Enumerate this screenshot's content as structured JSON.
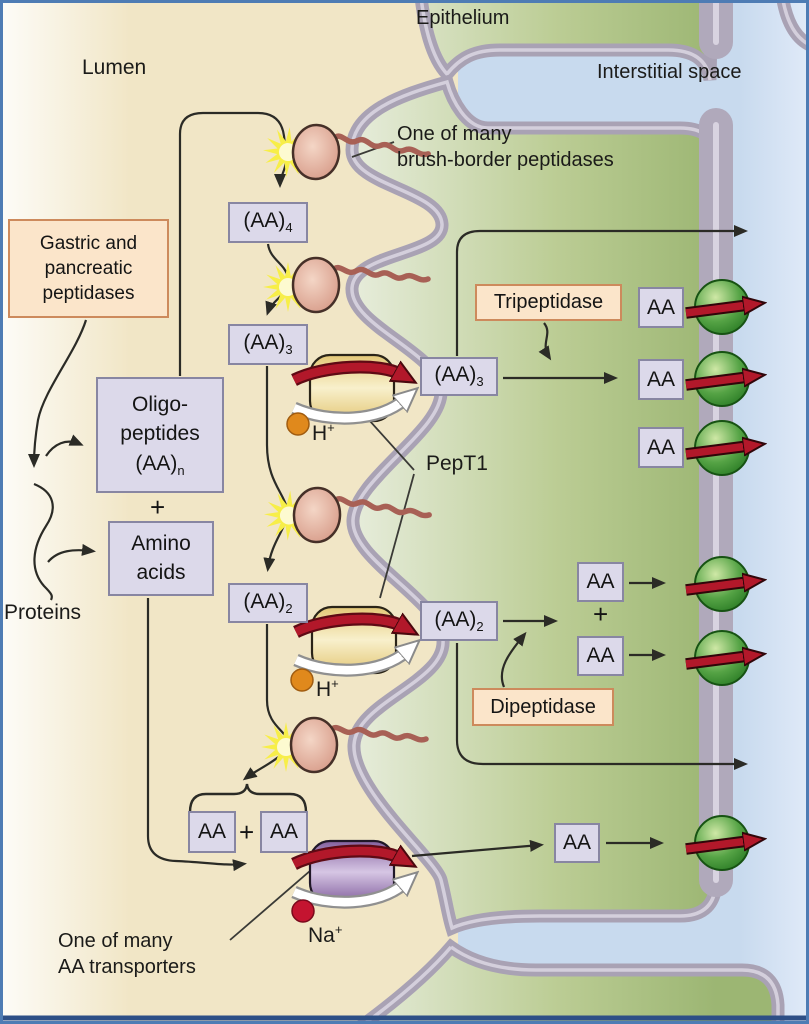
{
  "regions": {
    "lumen": "Lumen",
    "epithelium": "Epithelium",
    "interstitial_space": "Interstitial space"
  },
  "lumen_labels": {
    "gastric": {
      "line1": "Gastric and",
      "line2": "pancreatic",
      "line3": "peptidases"
    },
    "proteins": "Proteins",
    "oligo": {
      "line1": "Oligo-",
      "line2": "peptides",
      "base": "(AA)",
      "sub": "n"
    },
    "plus": "+",
    "amino": {
      "line1": "Amino",
      "line2": "acids"
    },
    "one_of_many_peptidases": {
      "line1": "One of many",
      "line2": "brush-border peptidases"
    },
    "one_of_many_transporters": {
      "line1": "One of many",
      "line2": "AA transporters"
    }
  },
  "ions": {
    "h_ion": {
      "base": "H",
      "sup": "+"
    },
    "na_ion": {
      "base": "Na",
      "sup": "+"
    }
  },
  "peptides": {
    "aa4": {
      "base": "(AA)",
      "sub": "4"
    },
    "aa3": {
      "base": "(AA)",
      "sub": "3"
    },
    "aa2": {
      "base": "(AA)",
      "sub": "2"
    },
    "aa": "AA"
  },
  "enzymes": {
    "tripeptidase": "Tripeptidase",
    "dipeptidase": "Dipeptidase"
  },
  "transporters": {
    "pept1": "PepT1"
  },
  "colors": {
    "lumen_tan": "#f1e6c6",
    "epithelium_green": "#b9cb92",
    "interstitial_blue": "#ccdcf0",
    "membrane_gray": "#a9a2b4",
    "frame_blue": "#4e7cb4",
    "sphere_green": "#55a345",
    "arrow_red": "#b2182a",
    "barrel_yellow": "#f0e0a0",
    "barrel_purple": "#a98cc4",
    "h_ion_orange": "#e0891c",
    "na_ion_red": "#c41430"
  }
}
